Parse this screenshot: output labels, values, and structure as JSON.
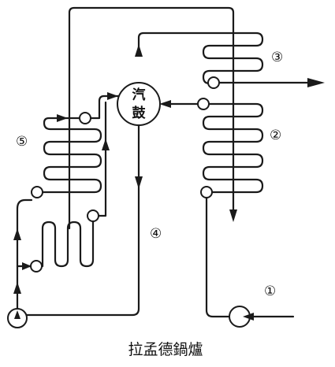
{
  "drum": {
    "label_line1": "汽",
    "label_line2": "鼓"
  },
  "labels": [
    {
      "id": "label-1",
      "text": "①"
    },
    {
      "id": "label-2",
      "text": "②"
    },
    {
      "id": "label-3",
      "text": "③"
    },
    {
      "id": "label-4",
      "text": "④"
    },
    {
      "id": "label-5",
      "text": "⑤"
    }
  ],
  "caption": "拉孟德鍋爐"
}
